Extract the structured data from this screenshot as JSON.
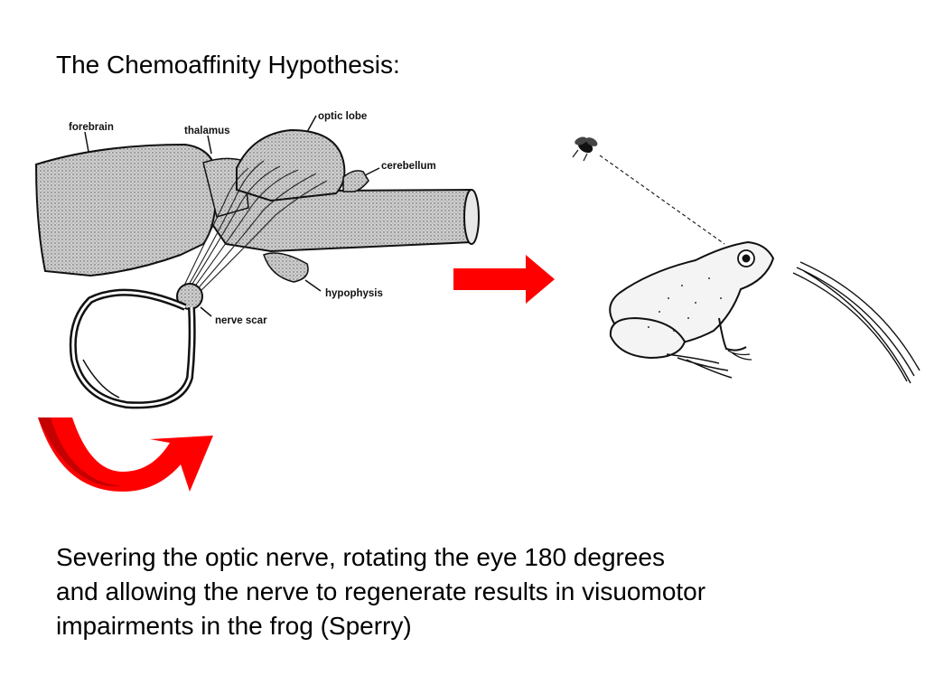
{
  "slide": {
    "title": "The Chemoaffinity Hypothesis:",
    "caption_lines": [
      "Severing the optic nerve, rotating the eye 180 degrees",
      "and allowing the nerve to regenerate results in visuomotor",
      "impairments in the frog (Sperry)"
    ]
  },
  "diagram": {
    "labels": {
      "forebrain": "forebrain",
      "thalamus": "thalamus",
      "optic_lobe": "optic lobe",
      "cerebellum": "cerebellum",
      "hypophysis": "hypophysis",
      "nerve_scar": "nerve scar"
    }
  },
  "icons": {
    "arrow_right": "right-arrow-icon",
    "rotate_arrow": "rotate-arrow-icon"
  },
  "colors": {
    "arrow": "#ff0000",
    "arrow_dark": "#c40000",
    "brain_fill": "#c9c9c9"
  }
}
